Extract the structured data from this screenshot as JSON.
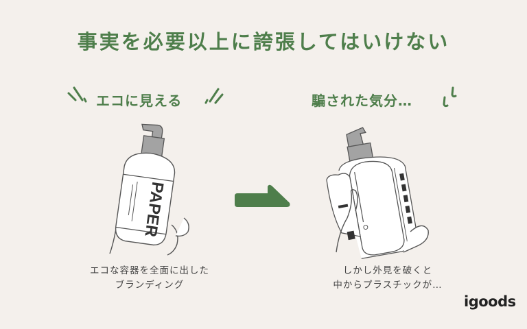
{
  "title": "事実を必要以上に誇張してはいけない",
  "left_panel": {
    "heading": "エコに見える",
    "bottle_label": "PAPER",
    "caption_line1": "エコな容器を全面に出した",
    "caption_line2": "ブランディング"
  },
  "right_panel": {
    "heading": "騙された気分…",
    "caption_line1": "しかし外見を破くと",
    "caption_line2": "中からプラスチックが…"
  },
  "arrow": {
    "icon": "arrow-right-icon"
  },
  "logo": {
    "text": "igoods"
  },
  "colors": {
    "accent": "#4e7e4b",
    "background": "#f4f0ec",
    "text": "#444444",
    "pump": "#a3a3a3"
  }
}
